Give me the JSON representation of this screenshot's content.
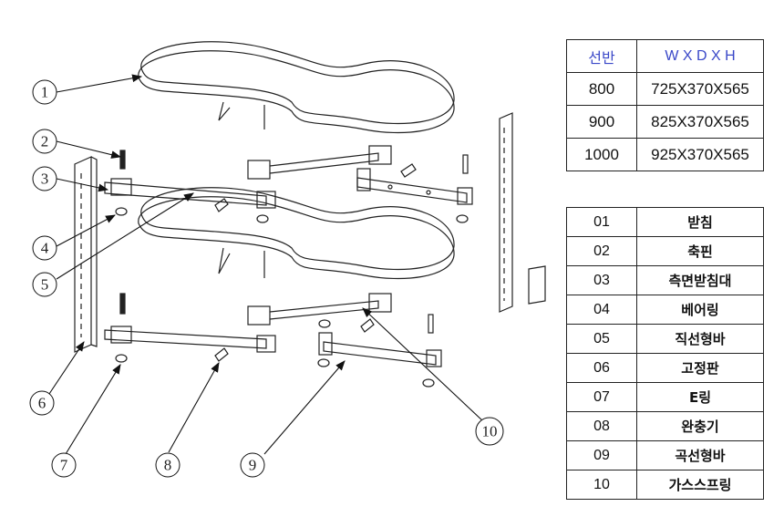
{
  "callouts": [
    "1",
    "2",
    "3",
    "4",
    "5",
    "6",
    "7",
    "8",
    "9",
    "10"
  ],
  "size_table": {
    "headers": [
      "선반",
      "W X D X H"
    ],
    "rows": [
      [
        "800",
        "725X370X565"
      ],
      [
        "900",
        "825X370X565"
      ],
      [
        "1000",
        "925X370X565"
      ]
    ]
  },
  "parts_table": {
    "rows": [
      [
        "01",
        "받침"
      ],
      [
        "02",
        "축핀"
      ],
      [
        "03",
        "측면받침대"
      ],
      [
        "04",
        "베어링"
      ],
      [
        "05",
        "직선형바"
      ],
      [
        "06",
        "고정판"
      ],
      [
        "07",
        "E링"
      ],
      [
        "08",
        "완충기"
      ],
      [
        "09",
        "곡선형바"
      ],
      [
        "10",
        "가스스프링"
      ]
    ]
  }
}
